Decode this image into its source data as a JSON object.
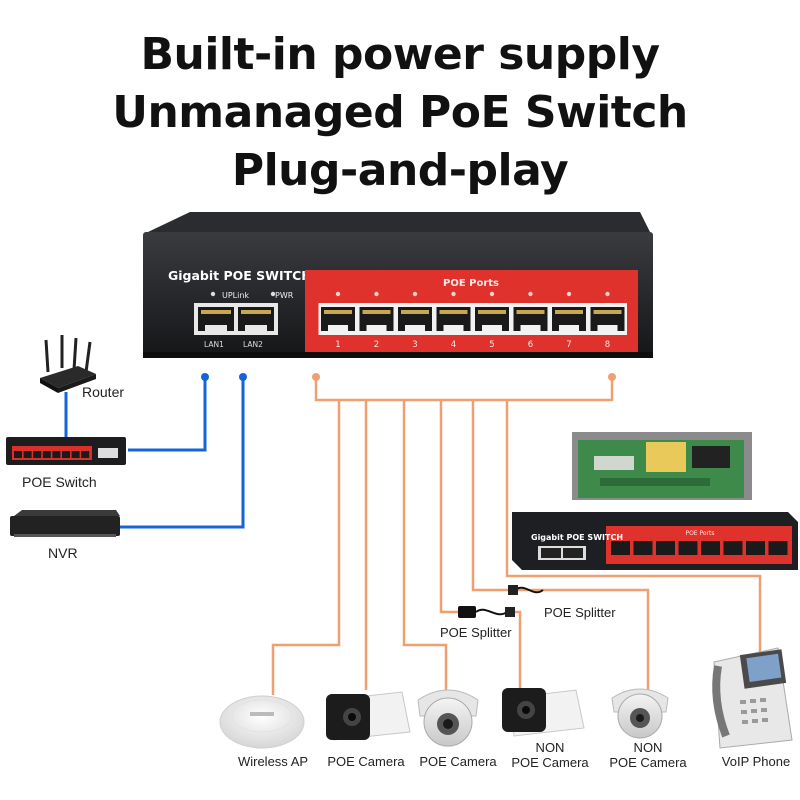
{
  "title": {
    "line1": "Built-in power supply",
    "line2": "Unmanaged PoE Switch",
    "line3": "Plug-and-play"
  },
  "switch": {
    "brand": "Gigabit POE SWITCH",
    "uplink_label": "UPLink",
    "pwr_label": "PWR",
    "lan_labels": [
      "LAN1",
      "LAN2"
    ],
    "poe_ports_label": "POE Ports",
    "port_numbers": [
      "1",
      "2",
      "3",
      "4",
      "5",
      "6",
      "7",
      "8"
    ]
  },
  "inset_switch": {
    "brand": "Gigabit POE SWITCH",
    "poe_ports_label": "POE Ports"
  },
  "uplink_devices": {
    "router": "Router",
    "poe_switch": "POE Switch",
    "nvr": "NVR"
  },
  "splitters": {
    "left": "POE Splitter",
    "right": "POE Splitter"
  },
  "end_devices": [
    {
      "label": "Wireless AP"
    },
    {
      "label": "POE Camera"
    },
    {
      "label": "POE Camera"
    },
    {
      "label_line1": "NON",
      "label_line2": "POE Camera"
    },
    {
      "label_line1": "NON",
      "label_line2": "POE Camera"
    },
    {
      "label": "VoIP Phone"
    }
  ],
  "colors": {
    "uplink_line": "#1565d8",
    "poe_line": "#f0a070",
    "switch_body": "#1e1f22",
    "poe_panel": "#e0322c"
  }
}
